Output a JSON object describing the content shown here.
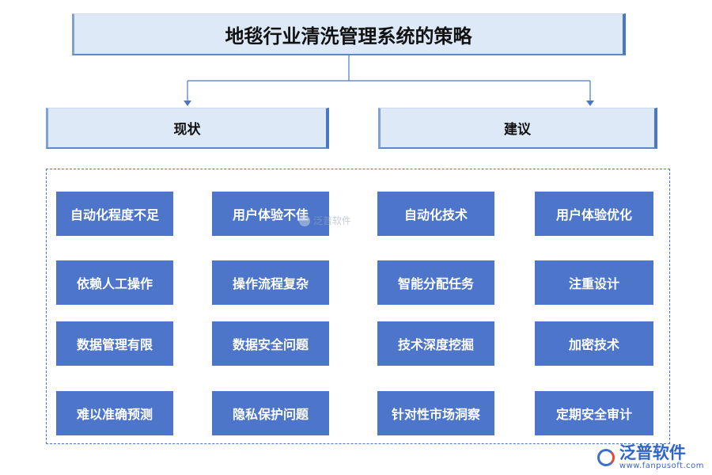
{
  "title": "地毯行业清洗管理系统的策略",
  "sections": {
    "left": "现状",
    "right": "建议"
  },
  "items": [
    [
      "自动化程度不足",
      "用户体验不佳",
      "自动化技术",
      "用户体验优化"
    ],
    [
      "依赖人工操作",
      "操作流程复杂",
      "智能分配任务",
      "注重设计"
    ],
    [
      "数据管理有限",
      "数据安全问题",
      "技术深度挖掘",
      "加密技术"
    ],
    [
      "难以准确预测",
      "隐私保护问题",
      "针对性市场洞察",
      "定期安全审计"
    ]
  ],
  "watermark": "泛普软件",
  "brand": {
    "name": "泛普软件",
    "url": "www.fanpusoft.com"
  },
  "colors": {
    "box_fill": "#4d76cb",
    "header_fill": "#dde9f7",
    "accent": "#4a78c7"
  }
}
